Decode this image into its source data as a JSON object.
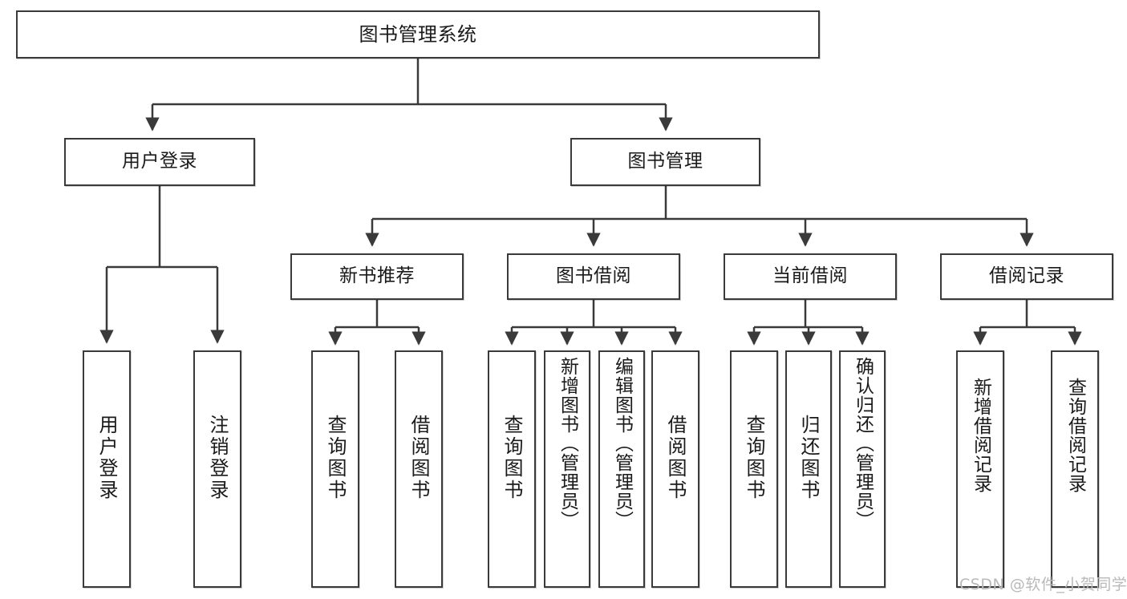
{
  "diagram": {
    "title": "图书管理系统",
    "type": "tree-hierarchy-chart",
    "watermark": "CSDN @软件_小贺同学",
    "colors": {
      "stroke": "#3a3a3a",
      "box_fill": "#ffffff",
      "text": "#1a1a1a",
      "watermark": "#b9b9b9",
      "background": "#ffffff"
    },
    "nodes": {
      "root": {
        "label": "图书管理系统"
      },
      "level2": [
        {
          "id": "user-login",
          "label": "用户登录"
        },
        {
          "id": "book-manage",
          "label": "图书管理"
        }
      ],
      "level3": [
        {
          "id": "new-book-recommend",
          "label": "新书推荐"
        },
        {
          "id": "book-borrow",
          "label": "图书借阅"
        },
        {
          "id": "current-borrow",
          "label": "当前借阅"
        },
        {
          "id": "borrow-record",
          "label": "借阅记录"
        }
      ],
      "leaves": {
        "user-login": [
          {
            "id": "leaf-user-login",
            "label": "用户登录"
          },
          {
            "id": "leaf-user-logout",
            "label": "注销登录"
          }
        ],
        "new-book-recommend": [
          {
            "id": "leaf-query-book-1",
            "label": "查询图书"
          },
          {
            "id": "leaf-borrow-book-1",
            "label": "借阅图书"
          }
        ],
        "book-borrow": [
          {
            "id": "leaf-query-book-2",
            "label": "查询图书"
          },
          {
            "id": "leaf-add-book",
            "label": "新增图书（管理员）"
          },
          {
            "id": "leaf-edit-book",
            "label": "编辑图书（管理员）"
          },
          {
            "id": "leaf-borrow-book-2",
            "label": "借阅图书"
          }
        ],
        "current-borrow": [
          {
            "id": "leaf-query-book-3",
            "label": "查询图书"
          },
          {
            "id": "leaf-return-book",
            "label": "归还图书"
          },
          {
            "id": "leaf-confirm-return",
            "label": "确认归还（管理员）"
          }
        ],
        "borrow-record": [
          {
            "id": "leaf-add-record",
            "label": "新增借阅记录"
          },
          {
            "id": "leaf-query-record",
            "label": "查询借阅记录"
          }
        ]
      }
    }
  }
}
